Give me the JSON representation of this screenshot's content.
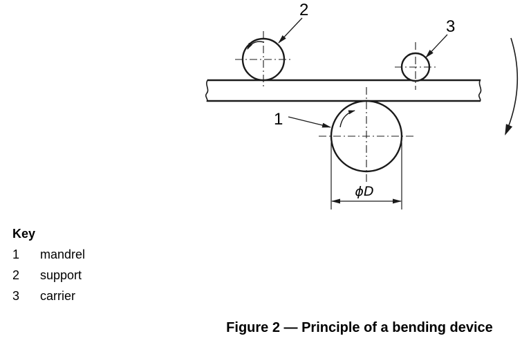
{
  "figure": {
    "caption": "Figure 2 — Principle of a bending device",
    "dimension_label": "ϕD",
    "callouts": {
      "mandrel": "1",
      "support": "2",
      "carrier": "3"
    }
  },
  "key": {
    "title": "Key",
    "items": [
      {
        "num": "1",
        "label": "mandrel"
      },
      {
        "num": "2",
        "label": "support"
      },
      {
        "num": "3",
        "label": "carrier"
      }
    ]
  },
  "colors": {
    "line": "#1a1a1a",
    "text": "#000000",
    "background": "#ffffff"
  }
}
